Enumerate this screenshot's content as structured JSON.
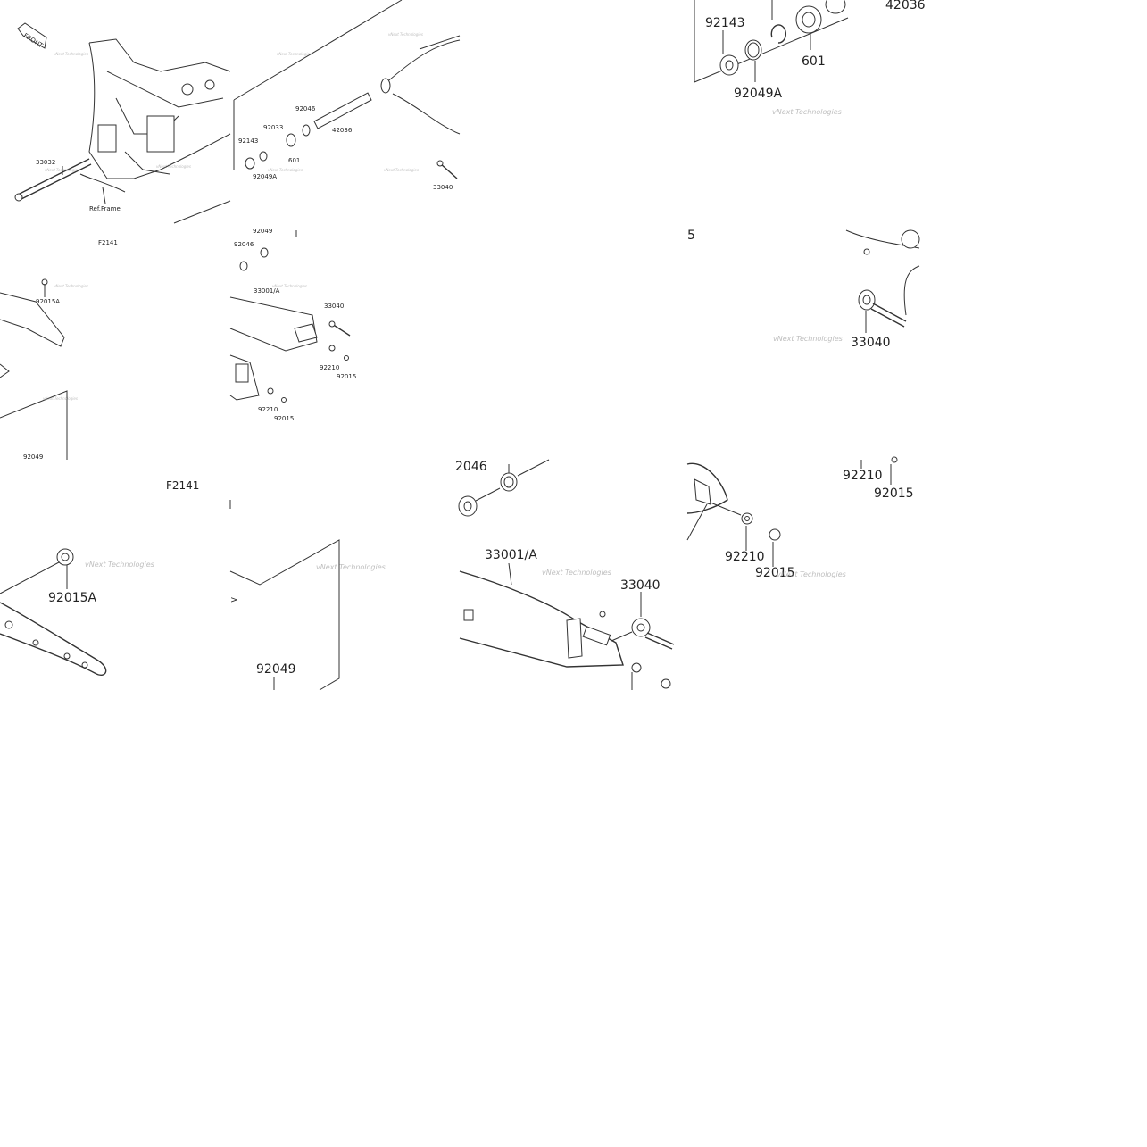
{
  "watermark": "vNext Technologies",
  "front_arrow": "FRONT",
  "overview": {
    "labels": {
      "p33032": "33032",
      "ref_frame": "Ref.Frame",
      "f2141": "F2141",
      "p92143": "92143",
      "p92033": "92033",
      "p92046": "92046",
      "p42036": "42036",
      "p601": "601",
      "p92049a": "92049A",
      "p33040": "33040"
    }
  },
  "overview_lower": {
    "labels": {
      "p92015a": "92015A",
      "p92049": "92049",
      "p92049_top": "92049",
      "p92046": "92046",
      "p33001a": "33001/A",
      "p33040": "33040",
      "p92210": "92210",
      "p92015": "92015",
      "p92210b": "92210",
      "p92015b": "92015"
    }
  },
  "zoom_top_right": {
    "labels": {
      "p92143": "92143",
      "p601": "601",
      "p92049a": "92049A",
      "p42036": "42036"
    }
  },
  "zoom_mid_right": {
    "labels": {
      "p5": "5",
      "p33040": "33040"
    }
  },
  "zoom_bottom_left": {
    "labels": {
      "f2141": "F2141",
      "p92015a": "92015A"
    }
  },
  "zoom_bottom_mid": {
    "labels": {
      "p92049": "92049",
      "arrow": ">"
    }
  },
  "zoom_bottom_center": {
    "labels": {
      "p2046": "2046",
      "p33001a": "33001/A",
      "p33040": "33040"
    }
  },
  "zoom_bottom_right": {
    "labels": {
      "p92210": "92210",
      "p92015": "92015",
      "p92210b": "92210",
      "p92015b": "92015"
    }
  }
}
